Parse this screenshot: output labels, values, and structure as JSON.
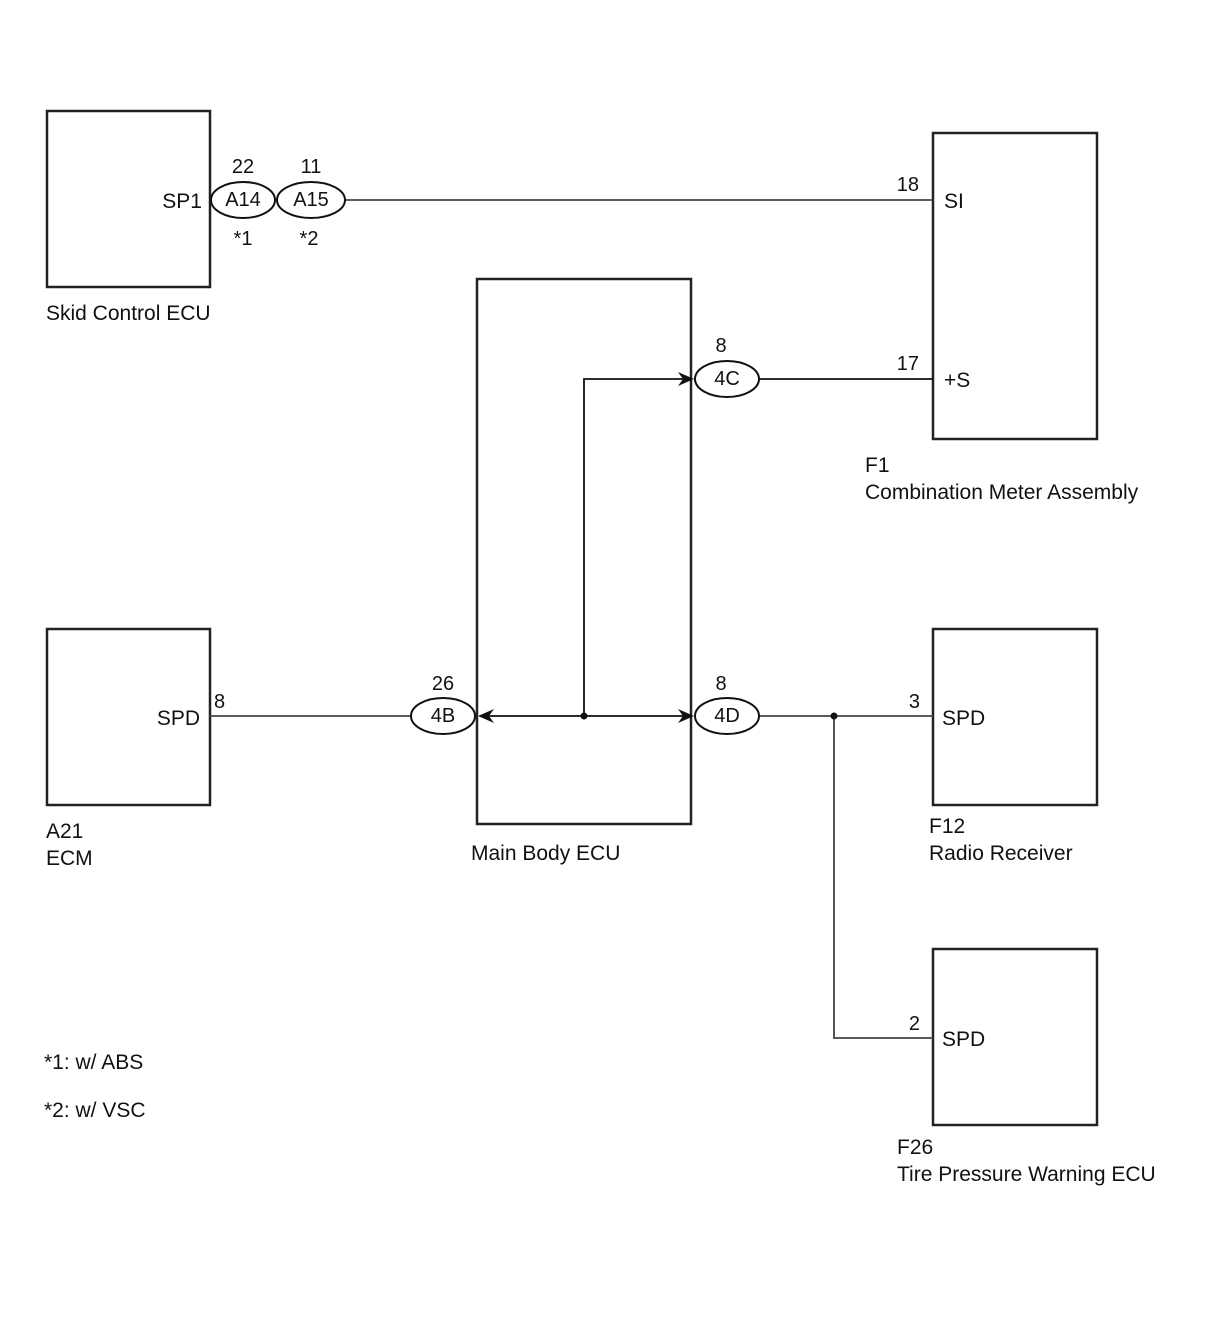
{
  "components": {
    "skid_control_ecu": {
      "name": "Skid Control ECU",
      "terminal": "SP1"
    },
    "combination_meter": {
      "code": "F1",
      "name": "Combination Meter Assembly",
      "terminal_si": "SI",
      "terminal_s": "+S",
      "pin_si": "18",
      "pin_s": "17"
    },
    "main_body_ecu": {
      "name": "Main Body ECU"
    },
    "ecm": {
      "code": "A21",
      "name": "ECM",
      "terminal": "SPD",
      "pin": "8"
    },
    "radio_receiver": {
      "code": "F12",
      "name": "Radio Receiver",
      "terminal": "SPD",
      "pin": "3"
    },
    "tire_pressure_ecu": {
      "code": "F26",
      "name": "Tire Pressure Warning ECU",
      "terminal": "SPD",
      "pin": "2"
    }
  },
  "connectors": {
    "a14": {
      "label": "A14",
      "pin": "22",
      "note": "*1"
    },
    "a15": {
      "label": "A15",
      "pin": "11",
      "note": "*2"
    },
    "c4c": {
      "label": "4C",
      "pin": "8"
    },
    "c4d": {
      "label": "4D",
      "pin": "8"
    },
    "c4b": {
      "label": "4B",
      "pin": "26"
    }
  },
  "notes": [
    "*1: w/ ABS",
    "*2: w/ VSC"
  ]
}
